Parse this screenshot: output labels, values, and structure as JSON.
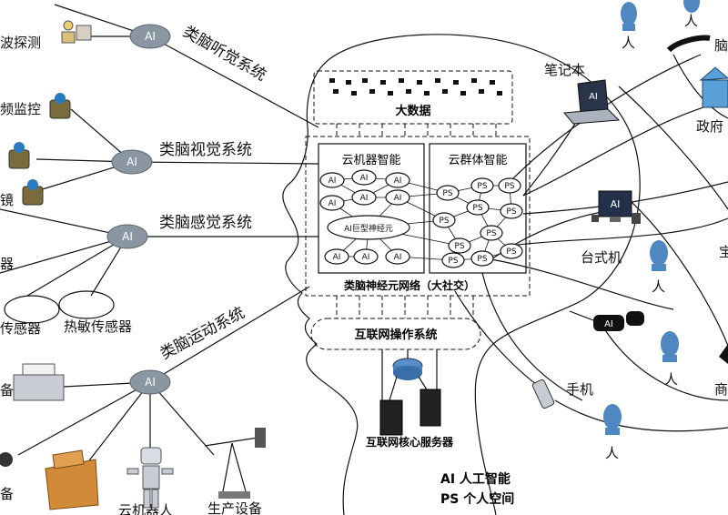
{
  "top_labels": {
    "wave_detect": "波探测",
    "video_monitor": "频监控",
    "mirror": "镜",
    "device_partial": "器",
    "sensor_partial": "传感器",
    "thermal_sensor": "热敏传感器",
    "equip_left": "备",
    "equip_bottom_left": "备",
    "cloud_robot": "云机器人",
    "production": "生产设备"
  },
  "hubs": {
    "label": "AI"
  },
  "systems": {
    "auditory": "类脑听觉系统",
    "visual": "类脑视觉系统",
    "sensory": "类脑感觉系统",
    "motor": "类脑运动系统"
  },
  "brain": {
    "big_data": "大数据",
    "cloud_machine": "云机器智能",
    "cloud_group": "云群体智能",
    "ai_giant_neuron": "AI巨型神经元",
    "network_caption": "类脑神经元网络（大社交）",
    "os": "互联网操作系统",
    "core_server": "互联网核心服务器",
    "ai": "AI",
    "ps": "PS"
  },
  "right_labels": {
    "laptop": "笔记本",
    "person": "人",
    "brain_partial": "脑",
    "government": "政府",
    "desktop": "台式机",
    "phone": "手机",
    "business_partial": "商",
    "edge_partial": "宝",
    "laptop_screen": "AI",
    "desktop_screen": "AI",
    "glasses_screen": "AI"
  },
  "legend": {
    "ai": "AI 人工智能",
    "ps": "PS 个人空间"
  }
}
